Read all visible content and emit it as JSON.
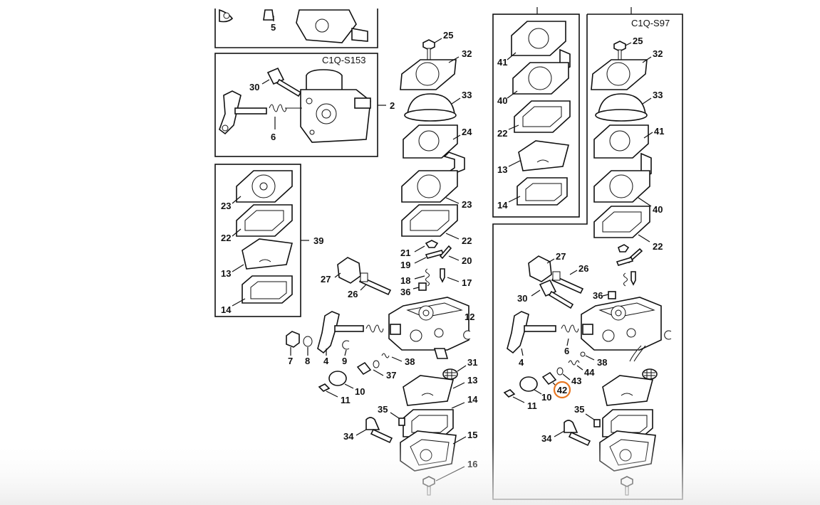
{
  "diagram": {
    "panel_codes": {
      "s153": "C1Q-S153",
      "s97": "C1Q-S97"
    },
    "highlight_color": "#e87722",
    "callouts": {
      "top_left": [
        "5"
      ],
      "s153": [
        "30",
        "6",
        "2"
      ],
      "kit39": [
        "23",
        "22",
        "13",
        "14",
        "39"
      ],
      "left_group": [
        "27",
        "26",
        "7",
        "8",
        "4",
        "9",
        "10",
        "11",
        "37",
        "38"
      ],
      "center_stack": [
        "25",
        "32",
        "33",
        "24",
        "23",
        "22",
        "21",
        "19",
        "20",
        "18",
        "17",
        "36",
        "12",
        "31",
        "13",
        "14",
        "35",
        "34",
        "15",
        "16"
      ],
      "kit_mid": [
        "41",
        "40",
        "22",
        "13",
        "14"
      ],
      "s97_stack": [
        "25",
        "32",
        "33",
        "41",
        "40",
        "22"
      ],
      "s97_lower": [
        "27",
        "26",
        "30",
        "36",
        "4",
        "6",
        "38",
        "44",
        "43",
        "10",
        "11",
        "35",
        "34"
      ],
      "highlighted": "42"
    }
  }
}
